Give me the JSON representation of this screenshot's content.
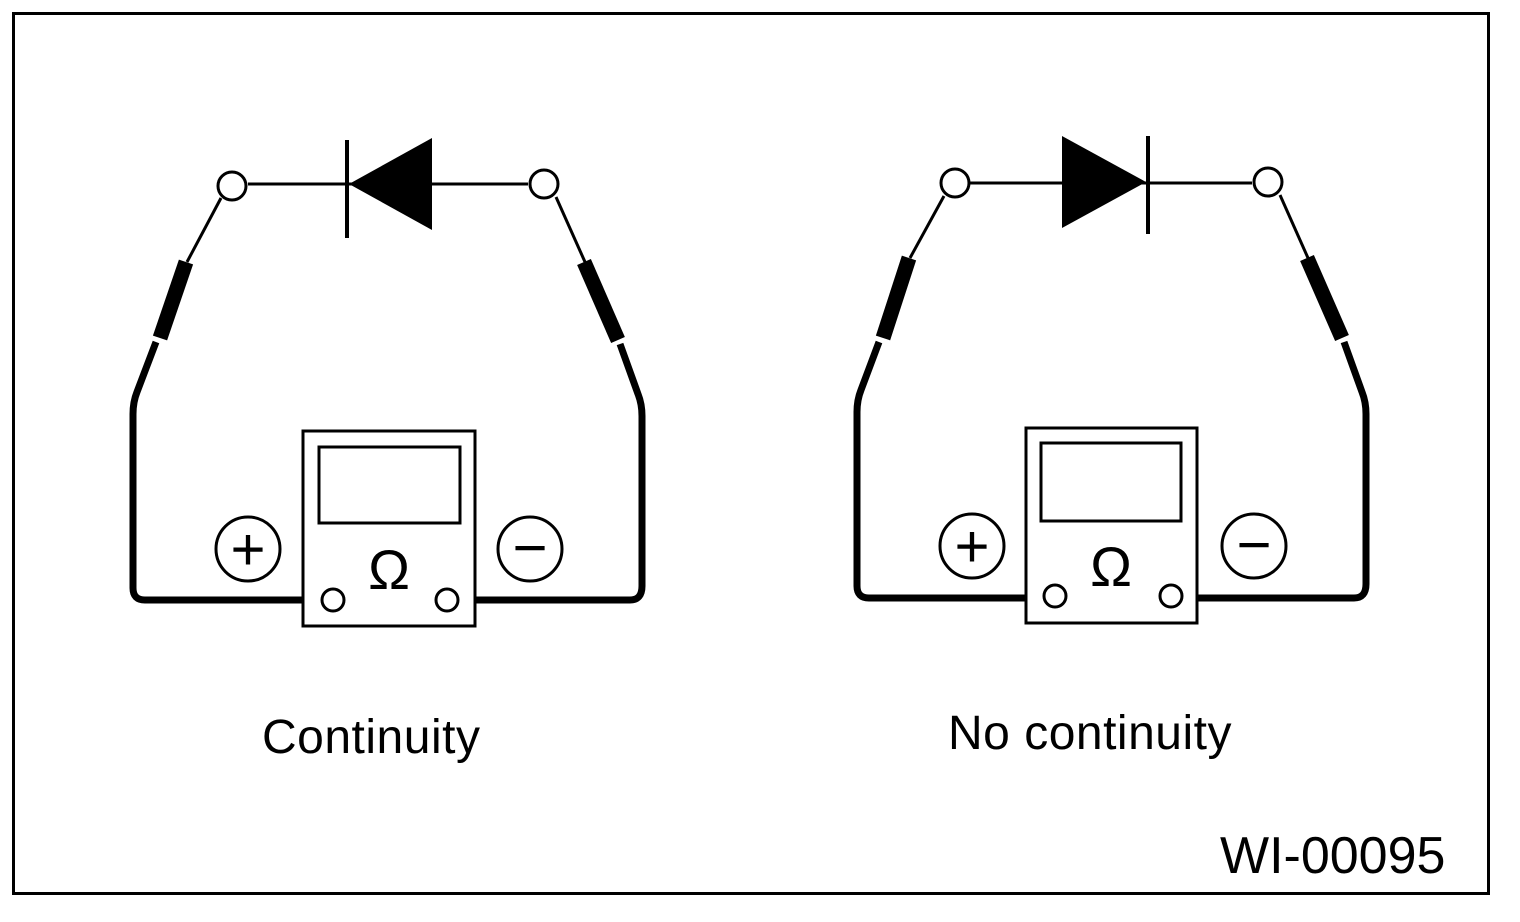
{
  "panels": [
    {
      "caption": "Continuity",
      "diode_direction": "left"
    },
    {
      "caption": "No continuity",
      "diode_direction": "right"
    }
  ],
  "meter_symbols": {
    "positive": "+",
    "negative": "−",
    "ohm": "Ω"
  },
  "figure_id": "WI-00095",
  "colors": {
    "ink": "#000000",
    "paper": "#ffffff"
  }
}
